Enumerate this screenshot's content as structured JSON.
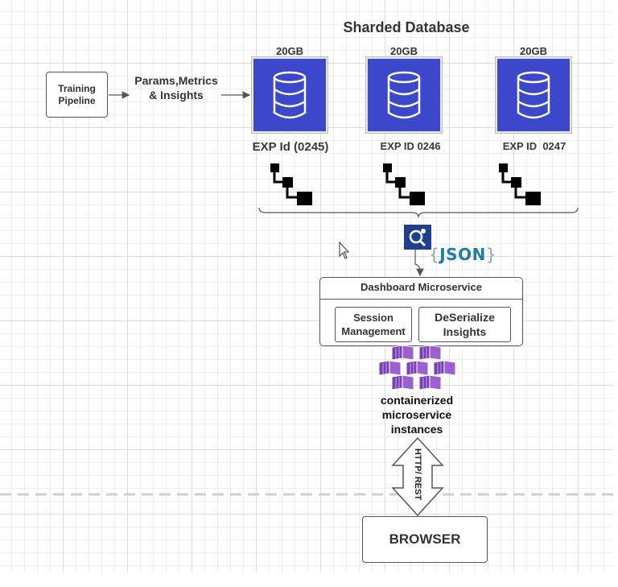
{
  "diagram": {
    "title": "Sharded Database",
    "training_pipeline": "Training Pipeline",
    "params_metrics": "Params,Metrics\n&   Insights",
    "shards": [
      {
        "size": "20GB",
        "exp_label": "EXP Id (0245)"
      },
      {
        "size": "20GB",
        "exp_label": "EXP ID 0246"
      },
      {
        "size": "20GB",
        "exp_label": "EXP ID  0247"
      }
    ],
    "json_label": "JSON",
    "dashboard": {
      "title": "Dashboard Microservice",
      "session": "Session Management",
      "deserialize": "DeSerialize Insights"
    },
    "containers_label": "containerized microservice instances",
    "http_label": "HTTP/ REST",
    "browser": "BROWSER"
  },
  "colors": {
    "db_tile": "#3b48cc",
    "search_icon_bg": "#1f3f8f",
    "container_purple": "#7b3fb5",
    "json_text": "#1f7fa0"
  },
  "icons": [
    "database-icon",
    "tree-icon",
    "search-service-icon",
    "container-icon",
    "cursor-icon"
  ]
}
